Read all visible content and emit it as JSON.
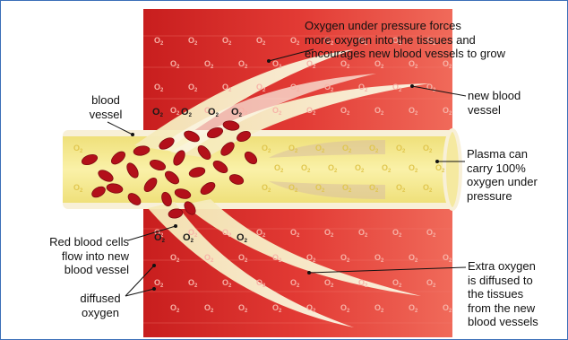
{
  "labels": {
    "oxygen_pressure": "Oxygen under pressure forces\nmore oxygen into the tissues and\nencourages new blood vessels to grow",
    "blood_vessel": "blood\nvessel",
    "new_blood_vessel": "new blood\nvessel",
    "plasma": "Plasma can\ncarry 100%\noxygen under\npressure",
    "red_blood_cells": "Red blood cells\nflow into new\nblood vessel",
    "diffused_oxygen": "diffused\noxygen",
    "extra_oxygen": "Extra oxygen\nis diffused to\nthe tissues\nfrom the new\nblood vessels"
  },
  "symbols": {
    "oxygen": "O₂",
    "oxygen_subscript": "2",
    "oxygen_letter": "O"
  },
  "colors": {
    "tissue": "#dc2626",
    "tissue_light": "#e8524a",
    "plasma": "#f6e98a",
    "vessel_wall": "#f7efd4",
    "red_cell": "#b3101a",
    "frame": "#3b6fb8"
  }
}
